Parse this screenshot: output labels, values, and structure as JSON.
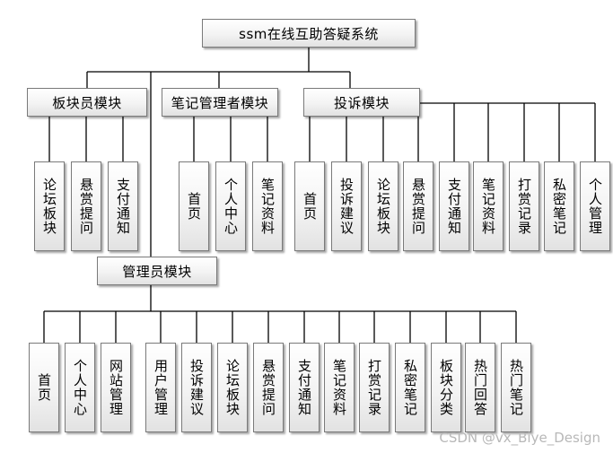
{
  "root": {
    "label": "ssm在线互助答疑系统"
  },
  "modules": [
    {
      "id": "banzhu",
      "label": "板块员模块",
      "children": [
        "论坛板块",
        "悬赏提问",
        "支付通知"
      ]
    },
    {
      "id": "biji",
      "label": "笔记管理者模块",
      "children": [
        "首页",
        "个人中心",
        "笔记资料"
      ]
    },
    {
      "id": "tousu",
      "label": "投诉模块",
      "children": [
        "首页",
        "投诉建议",
        "论坛板块",
        "悬赏提问",
        "支付通知",
        "笔记资料",
        "打赏记录",
        "私密笔记",
        "个人管理"
      ]
    },
    {
      "id": "admin",
      "label": "管理员模块",
      "children": [
        "首页",
        "个人中心",
        "网站管理",
        "用户管理",
        "投诉建议",
        "论坛板块",
        "悬赏提问",
        "支付通知",
        "笔记资料",
        "打赏记录",
        "私密笔记",
        "板块分类",
        "热门回答",
        "热门笔记"
      ]
    }
  ],
  "watermark": "CSDN @vx_Biye_Design",
  "colors": {
    "line": "#000000",
    "box_border": "#7a7a7a"
  }
}
